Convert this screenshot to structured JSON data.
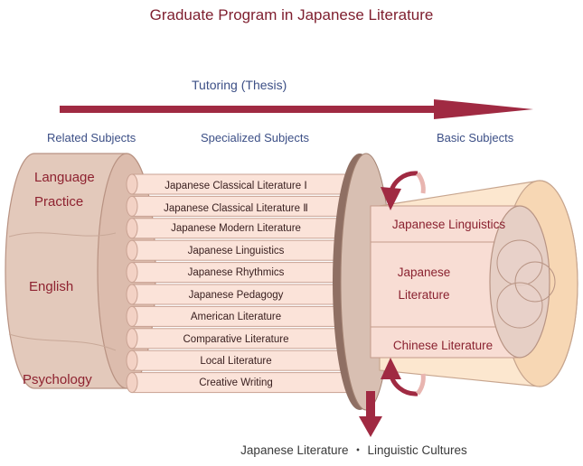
{
  "title": "Graduate Program in Japanese Literature",
  "tutoring_label": "Tutoring (Thesis)",
  "headers": {
    "related": "Related Subjects",
    "specialized": "Specialized Subjects",
    "basic": "Basic Subjects"
  },
  "related_subjects": [
    "Language",
    "Practice",
    "English",
    "Psychology"
  ],
  "specialized_subjects": [
    "Japanese Classical Literature Ⅰ",
    "Japanese Classical Literature Ⅱ",
    "Japanese Modern Literature",
    "Japanese Linguistics",
    "Japanese Rhythmics",
    "Japanese Pedagogy",
    "American Literature",
    "Comparative Literature",
    "Local Literature",
    "Creative Writing"
  ],
  "basic_subjects": {
    "top": "Japanese Linguistics",
    "middle_line1": "Japanese",
    "middle_line2": "Literature",
    "bottom": "Chinese Literature"
  },
  "footer": "Japanese Literature ・ Linguistic Cultures",
  "colors": {
    "maroon": "#a02a42",
    "title": "#7e1e2e",
    "blue_text": "#3c4f86",
    "bar_fill": "#fbe3d9",
    "drum_fill": "#e2c9bc",
    "cone_fill": "#fde9cf"
  }
}
